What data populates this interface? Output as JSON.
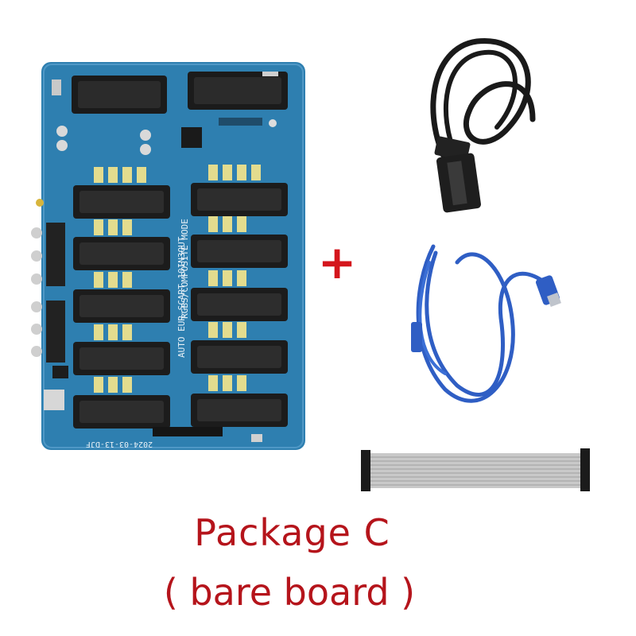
{
  "caption": {
    "line1": "Package  C",
    "line2": "( bare board )"
  },
  "board": {
    "mode_label": "RGBS/COMPOSITE MODE",
    "model_label": "AUTO EUR-SCART 10IN3OUT",
    "date_label": "2024-03-13-DJF"
  },
  "plus_sign": "+",
  "colors": {
    "board": "#2e7fb0",
    "caption": "#b5141b",
    "plus": "#d4161d",
    "usb_cable": "#2f5ec4"
  }
}
